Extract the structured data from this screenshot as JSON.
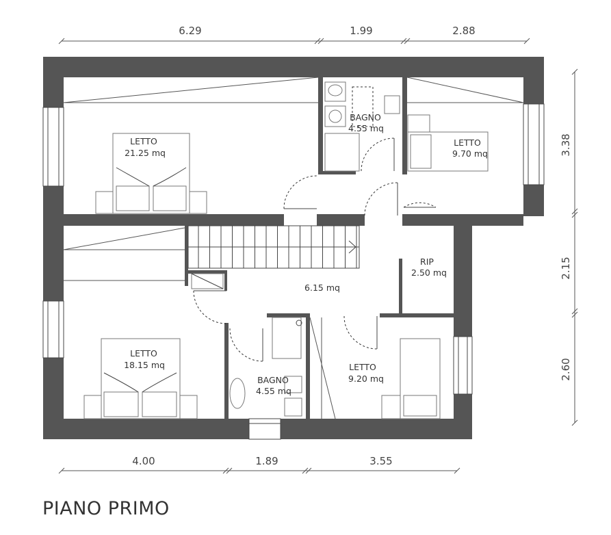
{
  "title": "PIANO PRIMO",
  "dimensions": {
    "top": [
      "6.29",
      "1.99",
      "2.88"
    ],
    "bottom": [
      "4.00",
      "1.89",
      "3.55"
    ],
    "right": [
      "3.38",
      "2.15",
      "2.60"
    ]
  },
  "rooms": {
    "bedroom_large": {
      "name": "LETTO",
      "area": "21.25 mq"
    },
    "bathroom_upper": {
      "name": "BAGNO",
      "area": "4.55 mq"
    },
    "bedroom_small": {
      "name": "LETTO",
      "area": "9.70 mq"
    },
    "closet": {
      "name": "RIP",
      "area": "2.50 mq"
    },
    "hallway": {
      "area": "6.15 mq"
    },
    "bedroom_lower_left": {
      "name": "LETTO",
      "area": "18.15 mq"
    },
    "bathroom_lower": {
      "name": "BAGNO",
      "area": "4.55 mq"
    },
    "bedroom_lower_right": {
      "name": "LETTO",
      "area": "9.20 mq"
    }
  }
}
